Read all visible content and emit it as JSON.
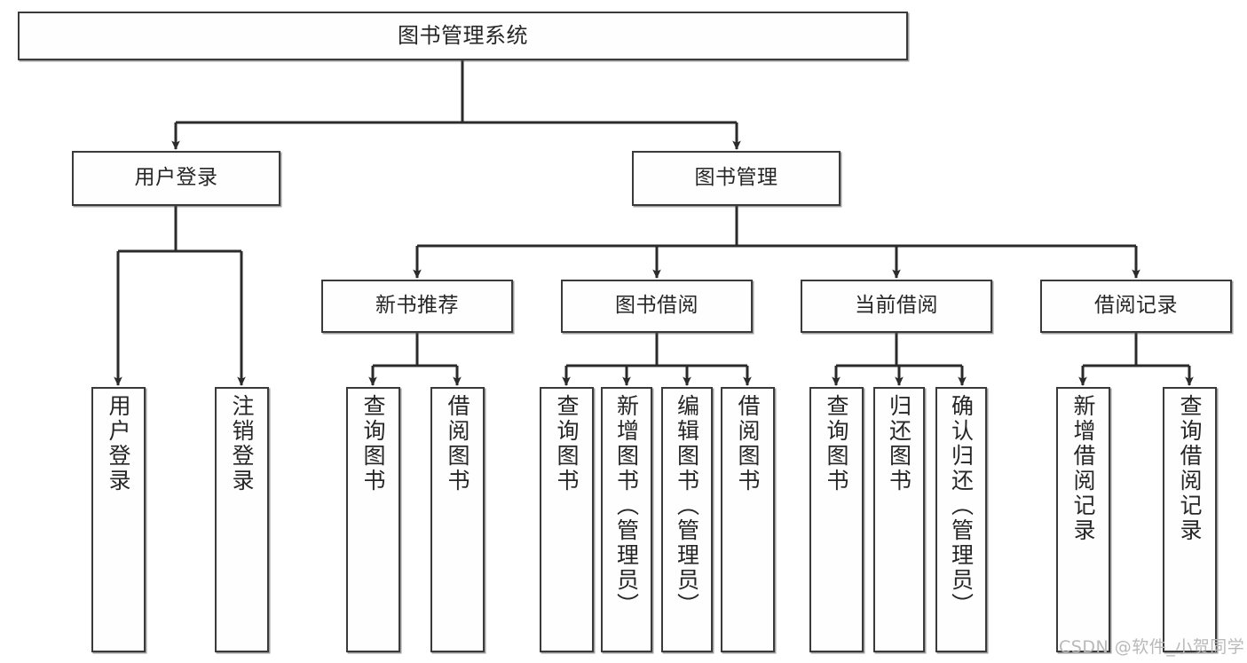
{
  "diagram": {
    "title": "图书管理系统",
    "watermark": "CSDN @软件_小贺同学",
    "colors": {
      "box_border": "#3a3a3a",
      "box_fill": "#fefefe",
      "edge": "#2b2b2b",
      "text": "#262626",
      "watermark": "#b9b9b9",
      "background": "#ffffff"
    },
    "nodes": {
      "root": {
        "label": "图书管理系统"
      },
      "level2": [
        {
          "label": "用户登录"
        },
        {
          "label": "图书管理"
        }
      ],
      "level3": [
        {
          "label": "新书推荐"
        },
        {
          "label": "图书借阅"
        },
        {
          "label": "当前借阅"
        },
        {
          "label": "借阅记录"
        }
      ],
      "leaves": {
        "user_login": [
          {
            "label": "用户登录"
          },
          {
            "label": "注销登录"
          }
        ],
        "new_book_recommend": [
          {
            "label": "查询图书"
          },
          {
            "label": "借阅图书"
          }
        ],
        "book_borrow": [
          {
            "label": "查询图书"
          },
          {
            "label": "新增图书（管理员）"
          },
          {
            "label": "编辑图书（管理员）"
          },
          {
            "label": "借阅图书"
          }
        ],
        "current_borrow": [
          {
            "label": "查询图书"
          },
          {
            "label": "归还图书"
          },
          {
            "label": "确认归还（管理员）"
          }
        ],
        "borrow_record": [
          {
            "label": "新增借阅记录"
          },
          {
            "label": "查询借阅记录"
          }
        ]
      }
    }
  }
}
